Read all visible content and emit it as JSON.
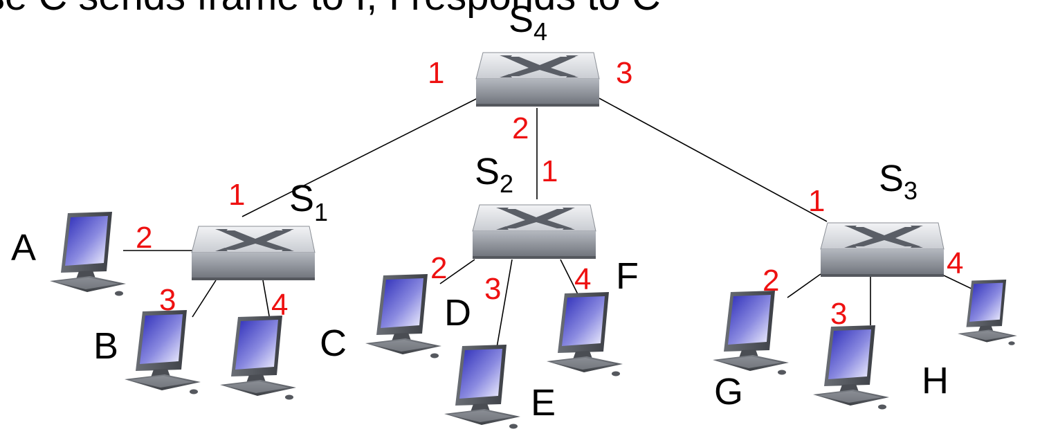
{
  "heading": {
    "text": "se C sends frame to I, I responds to C"
  },
  "colors": {
    "port_label": "#ee1111",
    "link": "#000000",
    "switch_top": "#e4e6ea",
    "switch_body": "#9fa3ab",
    "screen": "#3a3ac8"
  },
  "switches": [
    {
      "id": "S4",
      "name": "S",
      "sub": "4",
      "icon": "network-switch-icon"
    },
    {
      "id": "S1",
      "name": "S",
      "sub": "1",
      "icon": "network-switch-icon"
    },
    {
      "id": "S2",
      "name": "S",
      "sub": "2",
      "icon": "network-switch-icon"
    },
    {
      "id": "S3",
      "name": "S",
      "sub": "3",
      "icon": "network-switch-icon"
    }
  ],
  "hosts": [
    {
      "id": "A",
      "label": "A",
      "icon": "computer-icon"
    },
    {
      "id": "B",
      "label": "B",
      "icon": "computer-icon"
    },
    {
      "id": "C",
      "label": "C",
      "icon": "computer-icon"
    },
    {
      "id": "D",
      "label": "D",
      "icon": "computer-icon"
    },
    {
      "id": "E",
      "label": "E",
      "icon": "computer-icon"
    },
    {
      "id": "F",
      "label": "F",
      "icon": "computer-icon"
    },
    {
      "id": "G",
      "label": "G",
      "icon": "computer-icon"
    },
    {
      "id": "H",
      "label": "H",
      "icon": "computer-icon"
    },
    {
      "id": "I",
      "label": "",
      "icon": "computer-icon"
    }
  ],
  "ports": {
    "s4_p1": "1",
    "s4_p2": "2",
    "s4_p3": "3",
    "s1_p1": "1",
    "s1_p2": "2",
    "s1_p3": "3",
    "s1_p4": "4",
    "s2_p1": "1",
    "s2_p2": "2",
    "s2_p3": "3",
    "s2_p4": "4",
    "s3_p1": "1",
    "s3_p2": "2",
    "s3_p3": "3",
    "s3_p4": "4"
  },
  "links": [
    {
      "from": "S4",
      "from_port": "1",
      "to": "S1",
      "to_port": "1"
    },
    {
      "from": "S4",
      "from_port": "2",
      "to": "S2",
      "to_port": "1"
    },
    {
      "from": "S4",
      "from_port": "3",
      "to": "S3",
      "to_port": "1"
    },
    {
      "from": "S1",
      "from_port": "2",
      "to": "A"
    },
    {
      "from": "S1",
      "from_port": "3",
      "to": "B"
    },
    {
      "from": "S1",
      "from_port": "4",
      "to": "C"
    },
    {
      "from": "S2",
      "from_port": "2",
      "to": "D"
    },
    {
      "from": "S2",
      "from_port": "3",
      "to": "E"
    },
    {
      "from": "S2",
      "from_port": "4",
      "to": "F"
    },
    {
      "from": "S3",
      "from_port": "2",
      "to": "G"
    },
    {
      "from": "S3",
      "from_port": "3",
      "to": "H"
    },
    {
      "from": "S3",
      "from_port": "4",
      "to": "I"
    }
  ]
}
